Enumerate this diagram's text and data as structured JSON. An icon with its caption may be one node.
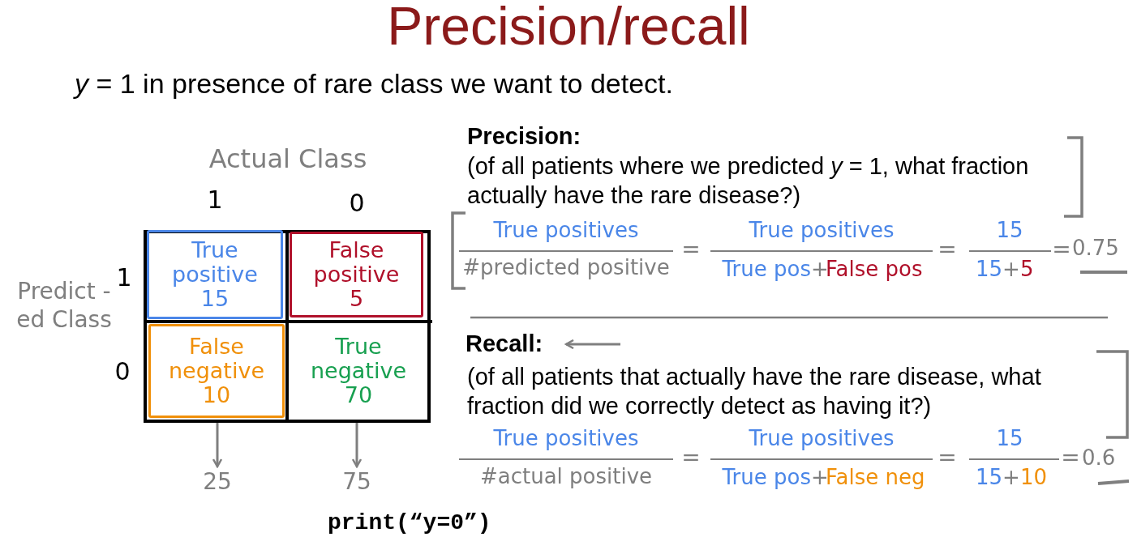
{
  "diagram": {
    "title": "Precision/recall",
    "nodes": [
      {
        "text": [
          "True positive",
          "15"
        ]
      },
      {
        "text": [
          "False positive",
          "5"
        ]
      },
      {
        "text": [
          "False negative",
          "10"
        ]
      },
      {
        "text": [
          "True negative",
          "70"
        ]
      },
      {
        "text": [
          "25"
        ]
      },
      {
        "text": [
          "75"
        ]
      },
      {
        "text": [
          "Recall:"
        ]
      }
    ],
    "edges": [
      {
        "from": 2,
        "to": 4,
        "arrow": "to"
      },
      {
        "from": 3,
        "to": 5,
        "arrow": "to"
      },
      {
        "from": null,
        "to": 6,
        "arrow": "to"
      }
    ],
    "labels": [
      "*y* = 1 in presence of rare class we want to detect.",
      "Actual Class",
      "1",
      "0",
      "Predict -ed Class",
      "1",
      "0",
      "Precision:",
      "(of all patients where we predicted *y* = 1, what fraction actually have the rare disease?)",
      "True positives",
      "#predicted positive",
      "=",
      "True positives",
      "True pos",
      "+",
      "False pos",
      "=",
      "15",
      "15",
      "+",
      "5",
      "=",
      "0.75",
      "(of all patients that actually have the rare disease, what fraction did we correctly detect as having it?)",
      "True positives",
      "#actual positive",
      "=",
      "True positives",
      "True pos",
      "+",
      "False neg",
      "=",
      "15",
      "15",
      "+",
      "10",
      "=",
      "0.6",
      "print(“y=0”)"
    ]
  }
}
